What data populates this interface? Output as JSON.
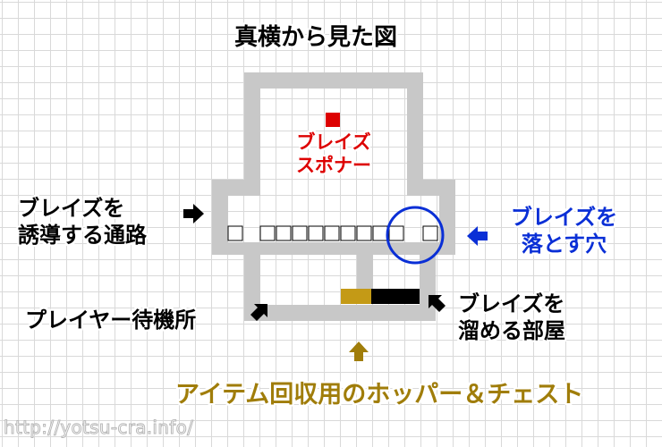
{
  "title": "真横から見た図",
  "spawner": {
    "label": "ブレイズ\nスポナー"
  },
  "labels": {
    "guide": "ブレイズを\n誘導する通路",
    "drop": "ブレイズを\n落とす穴",
    "collect": "ブレイズを\n溜める部屋",
    "wait": "プレイヤー待機所",
    "item": "アイテム回収用のホッパー＆チェスト"
  },
  "watermark": "http://yotsu-cra.info/",
  "colors": {
    "wall": "#c8c8c8",
    "text": "#000000",
    "red": "#dd0000",
    "blue": "#0a2fd6",
    "gold": "#a07d0a",
    "hopper": "#c49a16",
    "chest": "#000000"
  }
}
